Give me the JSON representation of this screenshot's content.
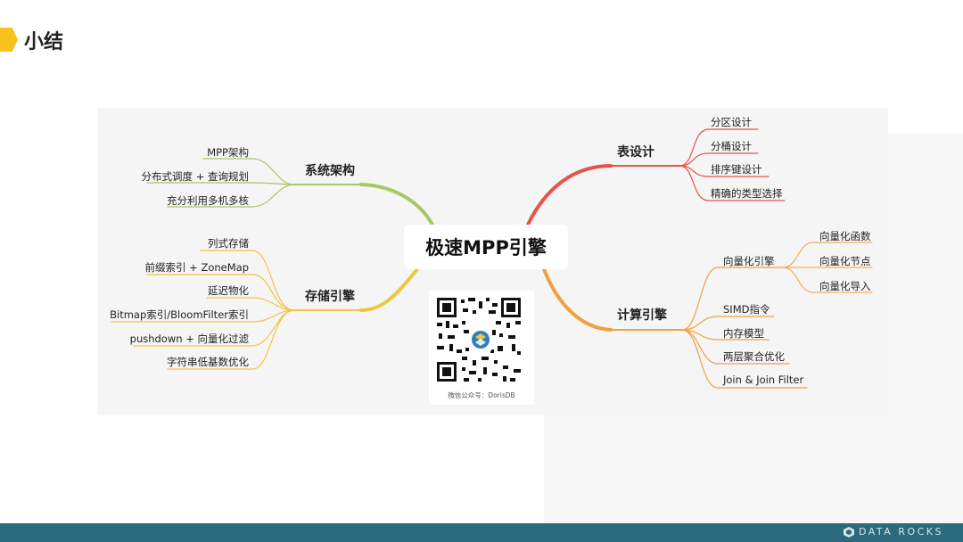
{
  "page": {
    "title": "小结"
  },
  "mindmap": {
    "center": "极速MPP引擎",
    "branches": {
      "arch": {
        "label": "系统架构",
        "items": [
          "MPP架构",
          "分布式调度 + 查询规划",
          "充分利用多机多核"
        ]
      },
      "storage": {
        "label": "存储引擎",
        "items": [
          "列式存储",
          "前缀索引 + ZoneMap",
          "延迟物化",
          "Bitmap索引/BloomFilter索引",
          "pushdown + 向量化过滤",
          "字符串低基数优化"
        ]
      },
      "table": {
        "label": "表设计",
        "items": [
          "分区设计",
          "分桶设计",
          "排序键设计",
          "精确的类型选择"
        ]
      },
      "compute": {
        "label": "计算引擎",
        "vector": {
          "label": "向量化引擎",
          "items": [
            "向量化函数",
            "向量化节点",
            "向量化导入"
          ]
        },
        "items": [
          "SIMD指令",
          "内存模型",
          "两层聚合优化",
          "Join & Join Filter"
        ]
      }
    },
    "colors": {
      "arch": "#a8c868",
      "storage": "#f0c444",
      "table": "#e2564a",
      "compute": "#f0a040"
    }
  },
  "qr": {
    "caption": "微信公众号：DorisDB"
  },
  "footer": {
    "brand": "DATA ROCKS"
  }
}
